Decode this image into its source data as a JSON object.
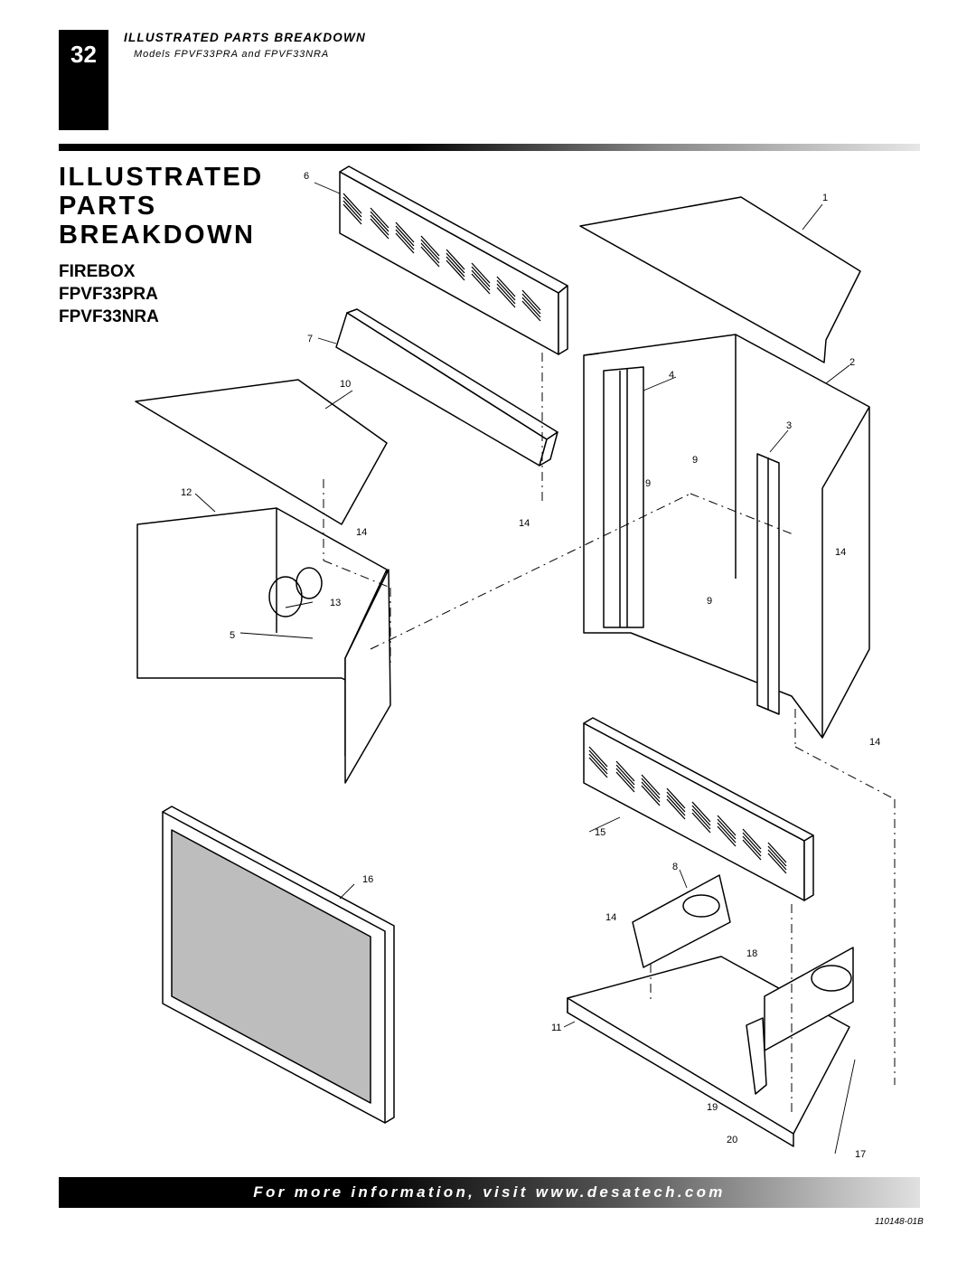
{
  "header": {
    "page_number": "32",
    "title": "ILLUSTRATED PARTS BREAKDOWN",
    "subtitle": "Models FPVF33PRA and FPVF33NRA"
  },
  "main_title": [
    "ILLUSTRATED",
    "PARTS",
    "BREAKDOWN"
  ],
  "section": [
    "FIREBOX",
    "FPVF33PRA",
    "FPVF33NRA"
  ],
  "part_labels": {
    "p1": "1",
    "p2": "2",
    "p3": "3",
    "p4": "4",
    "p5": "5",
    "p6": "6",
    "p7": "7",
    "p8": "8",
    "p9a": "9",
    "p9b": "9",
    "p9c": "9",
    "p10": "10",
    "p11": "11",
    "p12": "12",
    "p13": "13",
    "p14a": "14",
    "p14b": "14",
    "p14c": "14",
    "p14d": "14",
    "p14e": "14",
    "p15": "15",
    "p16": "16",
    "p17": "17",
    "p18": "18",
    "p19": "19",
    "p20": "20"
  },
  "footer": {
    "text": "For more information, visit www.desatech.com",
    "doc_code": "110148-01B"
  }
}
